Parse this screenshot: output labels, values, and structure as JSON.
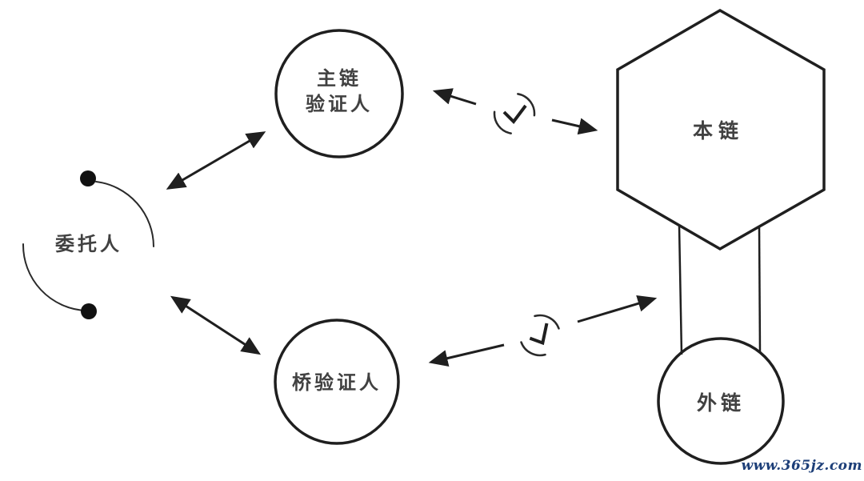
{
  "page": {
    "background_color": "#ffffff",
    "stroke_color": "#1f1f1f",
    "text_color": "#414141",
    "watermark": {
      "text": "www.365jz.com",
      "color": "#1c3e78"
    }
  },
  "nodes": {
    "delegator": {
      "label": "委托人",
      "shape": "open-arcs-with-dots"
    },
    "main_chain_validator": {
      "label_line1": "主链",
      "label_line2": "验证人",
      "shape": "circle"
    },
    "bridge_validator": {
      "label": "桥验证人",
      "shape": "circle"
    },
    "local_chain": {
      "label": "本链",
      "shape": "hexagon"
    },
    "external_chain": {
      "label": "外链",
      "shape": "circle"
    }
  },
  "icons": {
    "check_circle": {
      "glyph": "✓",
      "meaning": "verified"
    }
  },
  "edges": [
    {
      "from": "delegator",
      "to": "main_chain_validator",
      "type": "double-headed-arrow"
    },
    {
      "from": "delegator",
      "to": "bridge_validator",
      "type": "double-headed-arrow"
    },
    {
      "from": "main_chain_validator",
      "to": "local_chain",
      "type": "two-arrows-with-check-icon"
    },
    {
      "from": "bridge_validator",
      "to": "external_chain",
      "type": "two-arrows-with-check-icon"
    },
    {
      "from": "local_chain",
      "to": "external_chain",
      "type": "ribbon-connector"
    }
  ]
}
